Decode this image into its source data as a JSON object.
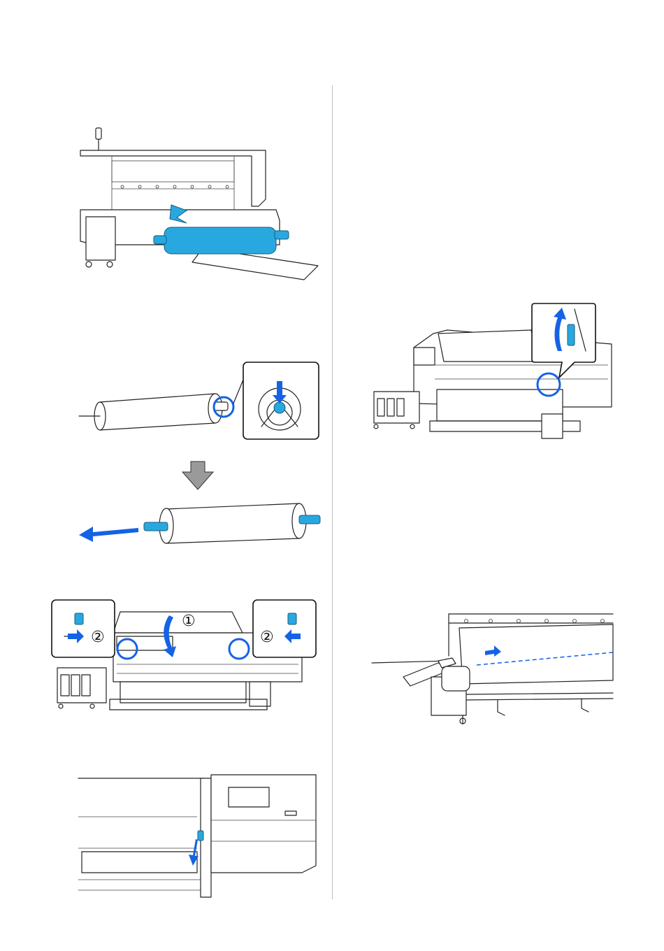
{
  "figures": [
    {
      "id": "fig-insert-roll-core",
      "description_icon": "roll-core-insertion"
    },
    {
      "id": "fig-remove-core-holder",
      "description_icon": "core-holder-removal"
    },
    {
      "id": "fig-lower-pressure-lever",
      "description_icon": "lever-lower"
    },
    {
      "id": "fig-lower-load-lever",
      "description_icon": "load-lever"
    },
    {
      "id": "fig-raise-load-lever",
      "description_icon": "lever-raise"
    },
    {
      "id": "fig-cut-media",
      "description_icon": "media-cutting"
    }
  ],
  "callout_labels": {
    "step1": "①",
    "step2_left": "②",
    "step2_right": "②"
  },
  "colors": {
    "accent_blue": "#1463e6",
    "part_cyan": "#29a8e0",
    "down_arrow_gray": "#9a9a9a"
  }
}
